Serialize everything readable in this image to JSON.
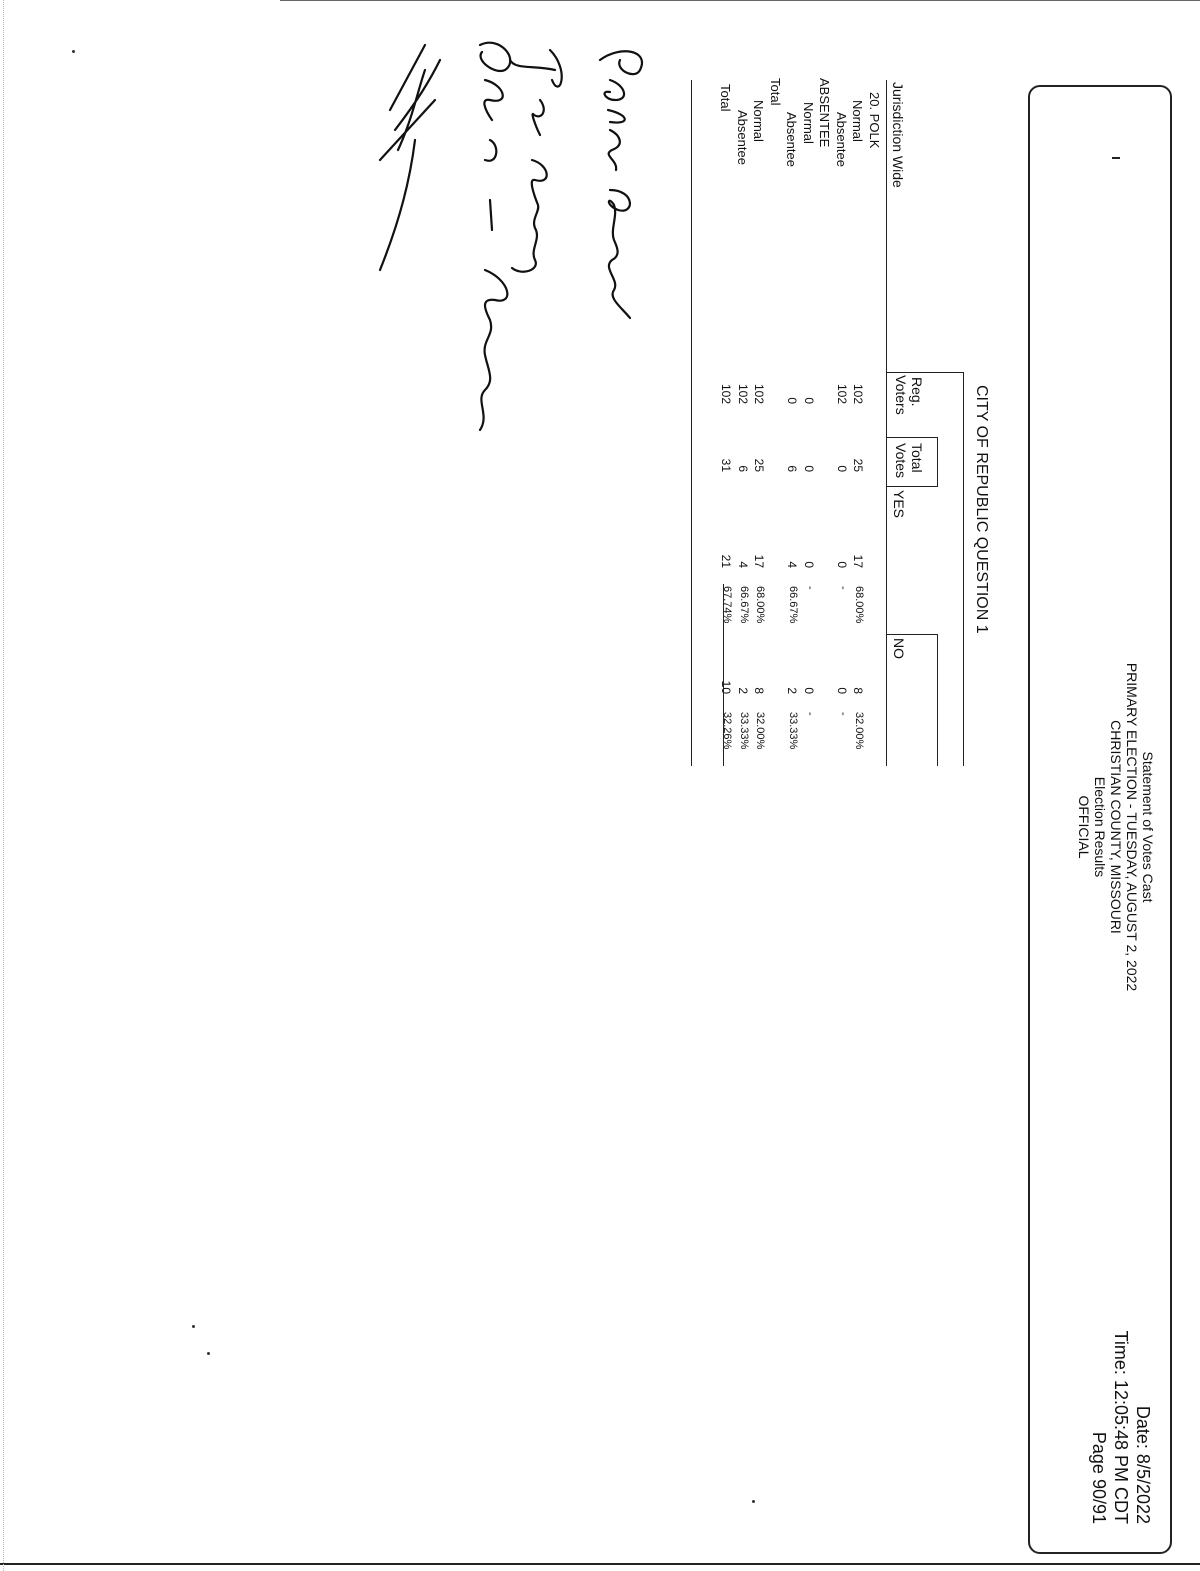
{
  "header": {
    "lines": [
      "Statement of Votes Cast",
      "PRIMARY ELECTION - TUESDAY, AUGUST 2, 2022",
      "CHRISTIAN COUNTY, MISSOURI",
      "Election Results",
      "OFFICIAL"
    ],
    "date": "Date: 8/5/2022",
    "time": "Time: 12:05:48 PM CDT",
    "page": "Page 90/91"
  },
  "contest": {
    "title": "CITY OF REPUBLIC QUESTION 1"
  },
  "table": {
    "columns": {
      "jurisdiction": "Jurisdiction Wide",
      "reg_voters_1": "Reg.",
      "reg_voters_2": "Voters",
      "total_votes_1": "Total",
      "total_votes_2": "Votes",
      "yes": "YES",
      "no": "NO"
    },
    "rows": [
      {
        "label": "20. POLK",
        "reg": "",
        "total": "",
        "yes": "",
        "yes_pct": "",
        "no": "",
        "no_pct": ""
      },
      {
        "label": "Normal",
        "reg": "102",
        "total": "25",
        "yes": "17",
        "yes_pct": "68.00%",
        "no": "8",
        "no_pct": "32.00%"
      },
      {
        "label": "Absentee",
        "reg": "102",
        "total": "0",
        "yes": "0",
        "yes_pct": "-",
        "no": "0",
        "no_pct": "-"
      },
      {
        "label": "ABSENTEE",
        "reg": "",
        "total": "",
        "yes": "",
        "yes_pct": "",
        "no": "",
        "no_pct": ""
      },
      {
        "label": "Normal",
        "reg": "0",
        "total": "0",
        "yes": "0",
        "yes_pct": "-",
        "no": "0",
        "no_pct": "-"
      },
      {
        "label": "Absentee",
        "reg": "0",
        "total": "6",
        "yes": "4",
        "yes_pct": "66.67%",
        "no": "2",
        "no_pct": "33.33%"
      },
      {
        "label": "Total",
        "reg": "",
        "total": "",
        "yes": "",
        "yes_pct": "",
        "no": "",
        "no_pct": ""
      },
      {
        "label": "Normal",
        "reg": "102",
        "total": "25",
        "yes": "17",
        "yes_pct": "68.00%",
        "no": "8",
        "no_pct": "32.00%"
      },
      {
        "label": "Absentee",
        "reg": "102",
        "total": "6",
        "yes": "4",
        "yes_pct": "66.67%",
        "no": "2",
        "no_pct": "33.33%"
      },
      {
        "label": "Total",
        "reg": "102",
        "total": "31",
        "yes": "21",
        "yes_pct": "67.74%",
        "no": "10",
        "no_pct": "32.26%"
      }
    ]
  },
  "signatures": {
    "names": [
      "Carla Baeck",
      "Tom Runey",
      "John Achdian",
      "handwritten initials"
    ]
  }
}
